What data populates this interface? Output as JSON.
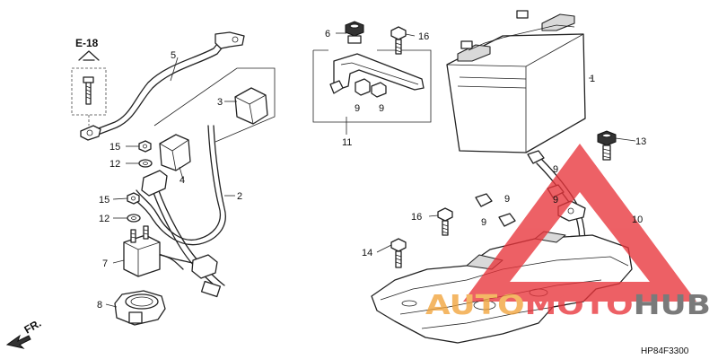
{
  "diagram": {
    "ref_label": "E-18",
    "direction_label": "FR.",
    "drawing_code": "HP84F3300",
    "callouts": [
      "1",
      "2",
      "3",
      "4",
      "5",
      "6",
      "7",
      "8",
      "9",
      "10",
      "11",
      "12",
      "13",
      "14",
      "15",
      "16"
    ],
    "watermark": {
      "text": "AUTOMOTOHUB",
      "colors": {
        "triangle": "#e8343b",
        "auto": "#f2a33a",
        "moto": "#e8343b",
        "hub": "#555555"
      }
    }
  }
}
